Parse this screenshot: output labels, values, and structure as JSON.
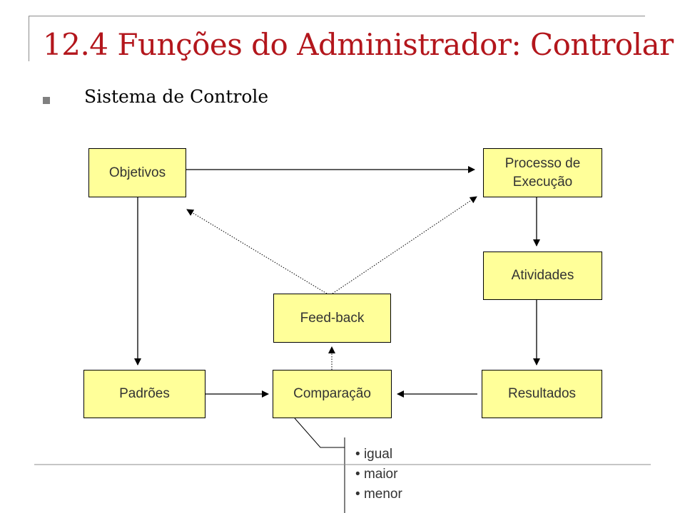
{
  "slide": {
    "title": "12.4 Funções do Administrador: Controlar",
    "subtitle": "Sistema de Controle"
  },
  "diagram": {
    "nodes": {
      "objetivos": "Objetivos",
      "processo": "Processo de Execução",
      "atividades": "Atividades",
      "feedback": "Feed-back",
      "padroes": "Padrões",
      "comparacao": "Comparação",
      "resultados": "Resultados"
    },
    "outcomes": [
      "igual",
      "maior",
      "menor"
    ],
    "edges": [
      {
        "from": "Objetivos",
        "to": "Processo de Execução",
        "style": "solid"
      },
      {
        "from": "Objetivos",
        "to": "Padrões",
        "style": "solid"
      },
      {
        "from": "Processo de Execução",
        "to": "Atividades",
        "style": "solid"
      },
      {
        "from": "Atividades",
        "to": "Resultados",
        "style": "solid"
      },
      {
        "from": "Padrões",
        "to": "Comparação",
        "style": "solid"
      },
      {
        "from": "Resultados",
        "to": "Comparação",
        "style": "solid"
      },
      {
        "from": "Comparação",
        "to": "Feed-back",
        "style": "dotted"
      },
      {
        "from": "Feed-back",
        "to": "Objetivos",
        "style": "dotted"
      },
      {
        "from": "Feed-back",
        "to": "Processo de Execução",
        "style": "dotted"
      }
    ]
  }
}
